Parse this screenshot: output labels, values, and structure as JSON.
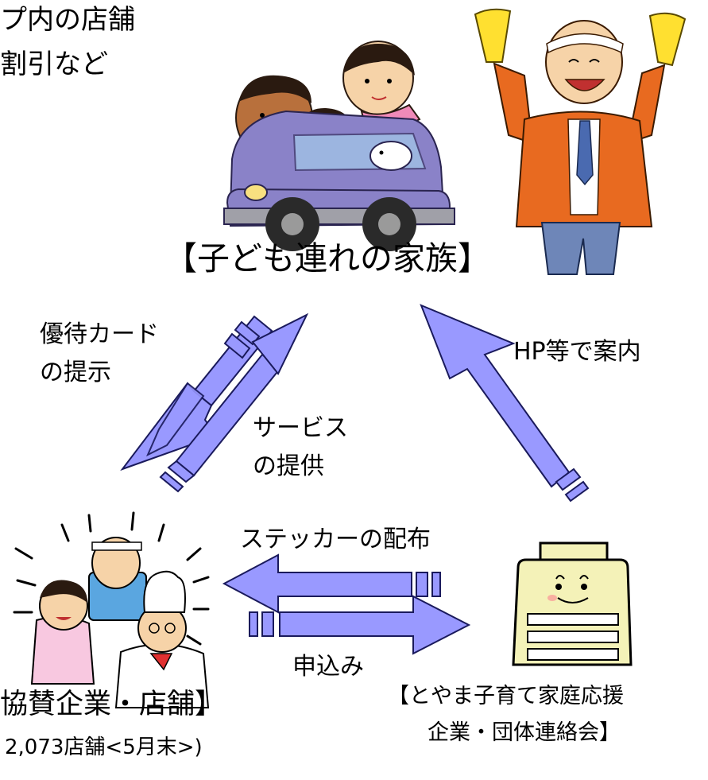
{
  "top_left_text": {
    "line1": "プ内の店舗",
    "line2": "割引など"
  },
  "family_label": "【子ども連れの家族】",
  "left_arrow_label": {
    "line1": "優待カード",
    "line2": "の提示"
  },
  "service_label": {
    "line1": "サービス",
    "line2": "の提供"
  },
  "hp_label": "HP等で案内",
  "sticker_label": "ステッカーの配布",
  "apply_label": "申込み",
  "sponsor_label": "協賛企業・店舗】",
  "sponsor_count": "2,073店舗<5月末>)",
  "council_label": {
    "line1": "【とやま子育て家庭応援",
    "line2": "企業・団体連絡会】"
  },
  "colors": {
    "arrow_fill": "#9999ff",
    "arrow_stroke": "#1a1a5c",
    "car_body": "#8a82c8",
    "council_box": "#f4f2b8"
  }
}
